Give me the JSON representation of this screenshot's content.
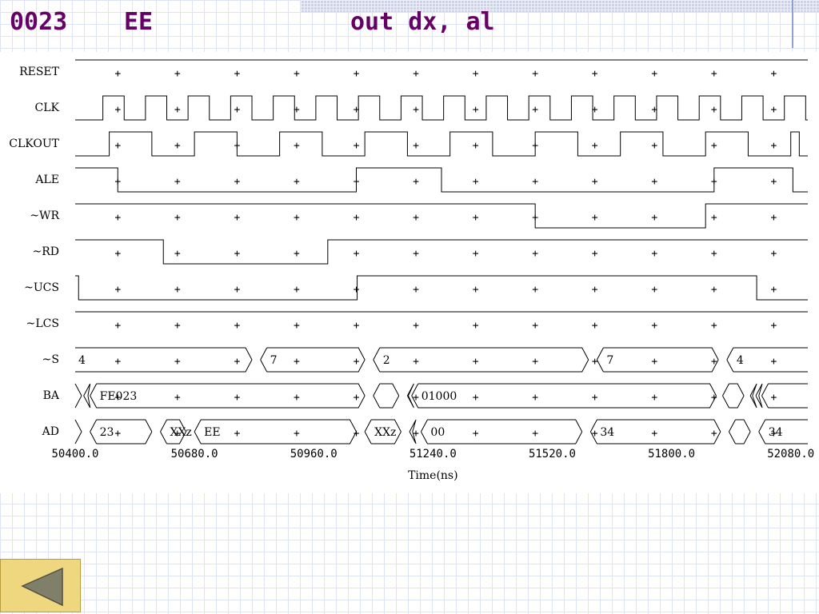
{
  "slide": {
    "address": "0023",
    "opcode_byte": "EE",
    "instruction": "out dx, al"
  },
  "nav": {
    "back_icon": "triangle-left-icon",
    "button_color": "#efd77f",
    "arrow_color": "#7f7f6a"
  },
  "chart_data": {
    "type": "timing-diagram",
    "xlabel": "Time(ns)",
    "xlim": [
      50400.0,
      52120.0
    ],
    "x_ticks": [
      "50400.0",
      "50680.0",
      "50960.0",
      "51240.0",
      "51520.0",
      "51800.0",
      "52080.0"
    ],
    "grid_x": [
      50500,
      50640,
      50780,
      50920,
      51060,
      51200,
      51340,
      51480,
      51620,
      51760,
      51900,
      52040
    ],
    "signals": [
      {
        "name": "RESET",
        "kind": "bit",
        "initial": 1,
        "transitions": []
      },
      {
        "name": "CLK",
        "kind": "bit",
        "initial": 0,
        "transitions": [
          50465,
          50515,
          50565,
          50615,
          50665,
          50715,
          50765,
          50815,
          50865,
          50915,
          50965,
          51015,
          51065,
          51115,
          51165,
          51215,
          51265,
          51315,
          51365,
          51415,
          51465,
          51515,
          51565,
          51615,
          51665,
          51715,
          51765,
          51815,
          51865,
          51915,
          51965,
          52015,
          52065,
          52115
        ]
      },
      {
        "name": "CLKOUT",
        "kind": "bit",
        "initial": 0,
        "transitions": [
          50480,
          50580,
          50680,
          50780,
          50880,
          50980,
          51080,
          51180,
          51280,
          51380,
          51480,
          51580,
          51680,
          51780,
          51880,
          51980,
          52080,
          52100
        ]
      },
      {
        "name": "ALE",
        "kind": "bit",
        "initial": 1,
        "transitions": [
          50500,
          51060,
          51260,
          51900,
          52085
        ]
      },
      {
        "name": "~WR",
        "kind": "bit",
        "initial": 1,
        "transitions": [
          51480,
          51880
        ]
      },
      {
        "name": "~RD",
        "kind": "bit",
        "initial": 1,
        "transitions": [
          50607,
          50993
        ]
      },
      {
        "name": "~UCS",
        "kind": "bit",
        "initial": 1,
        "transitions": [
          50408,
          51062,
          52000
        ]
      },
      {
        "name": "~LCS",
        "kind": "bit",
        "initial": 1,
        "transitions": []
      },
      {
        "name": "~S",
        "kind": "bus",
        "segments": [
          {
            "start": 50400,
            "end": 50815,
            "label": "4"
          },
          {
            "start": 50835,
            "end": 51080,
            "label": "7"
          },
          {
            "start": 51100,
            "end": 51605,
            "label": "2"
          },
          {
            "start": 51625,
            "end": 51910,
            "label": "7"
          },
          {
            "start": 51930,
            "end": 52120,
            "label": "4"
          }
        ]
      },
      {
        "name": "BA",
        "kind": "bus",
        "segments": [
          {
            "start": 50400,
            "end": 50415,
            "label": ""
          },
          {
            "start": 50420,
            "end": 50430,
            "label": ""
          },
          {
            "start": 50435,
            "end": 51080,
            "label": "FE023"
          },
          {
            "start": 51100,
            "end": 51160,
            "label": ""
          },
          {
            "start": 51180,
            "end": 51182,
            "label": ""
          },
          {
            "start": 51190,
            "end": 51905,
            "label": "01000"
          },
          {
            "start": 51920,
            "end": 51970,
            "label": ""
          },
          {
            "start": 51985,
            "end": 51990,
            "label": ""
          },
          {
            "start": 51998,
            "end": 52005,
            "label": ""
          },
          {
            "start": 52012,
            "end": 52120,
            "label": ""
          }
        ]
      },
      {
        "name": "AD",
        "kind": "bus",
        "segments": [
          {
            "start": 50400,
            "end": 50415,
            "label": ""
          },
          {
            "start": 50435,
            "end": 50580,
            "label": "23"
          },
          {
            "start": 50600,
            "end": 50660,
            "label": "XXz"
          },
          {
            "start": 50680,
            "end": 51060,
            "label": "EE"
          },
          {
            "start": 51080,
            "end": 51165,
            "label": "XXz"
          },
          {
            "start": 51185,
            "end": 51192,
            "label": ""
          },
          {
            "start": 51212,
            "end": 51590,
            "label": "00"
          },
          {
            "start": 51610,
            "end": 51915,
            "label": "34"
          },
          {
            "start": 51935,
            "end": 51985,
            "label": ""
          },
          {
            "start": 52005,
            "end": 52120,
            "label": "34"
          }
        ]
      }
    ]
  }
}
